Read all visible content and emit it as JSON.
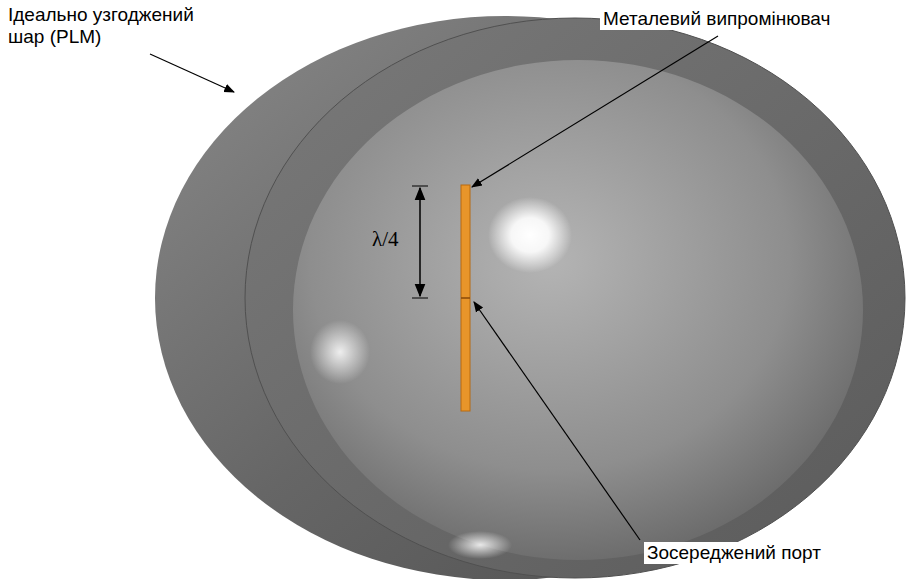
{
  "diagram": {
    "labels": [
      "Ідеально узгоджений шар (PLM)",
      "Металевий випромінювач",
      "λ/4",
      "Зосереджений порт"
    ]
  }
}
